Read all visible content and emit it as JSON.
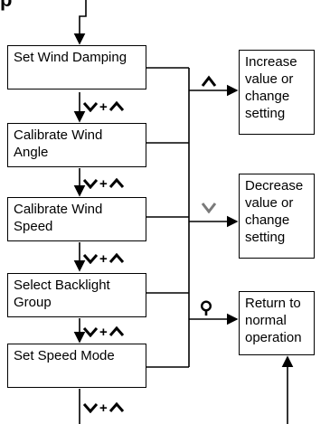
{
  "top_label": "p",
  "steps": [
    {
      "label": "Set Wind Damping"
    },
    {
      "label": "Calibrate Wind Angle"
    },
    {
      "label": "Calibrate Wind Speed"
    },
    {
      "label": "Select Backlight Group"
    },
    {
      "label": "Set Speed Mode"
    }
  ],
  "transition": {
    "plus": "+",
    "keys": [
      "down-chevron-icon",
      "up-chevron-icon"
    ]
  },
  "results": [
    {
      "key_icon": "up-chevron-icon",
      "label": "Increase value or change setting"
    },
    {
      "key_icon": "down-chevron-icon",
      "label": "Decrease value or change setting"
    },
    {
      "key_icon": "bulb-icon",
      "label": "Return to normal operation"
    }
  ]
}
